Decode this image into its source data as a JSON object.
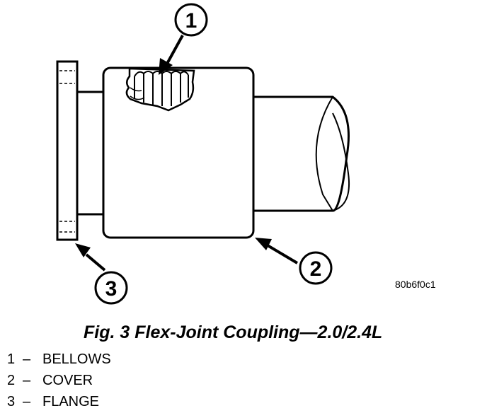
{
  "figure": {
    "code": "80b6f0c1",
    "caption": "Fig. 3 Flex-Joint Coupling—2.0/2.4L"
  },
  "callouts": [
    {
      "number": "1",
      "part": "BELLOWS"
    },
    {
      "number": "2",
      "part": "COVER"
    },
    {
      "number": "3",
      "part": "FLANGE"
    }
  ],
  "legend_separator": "–"
}
